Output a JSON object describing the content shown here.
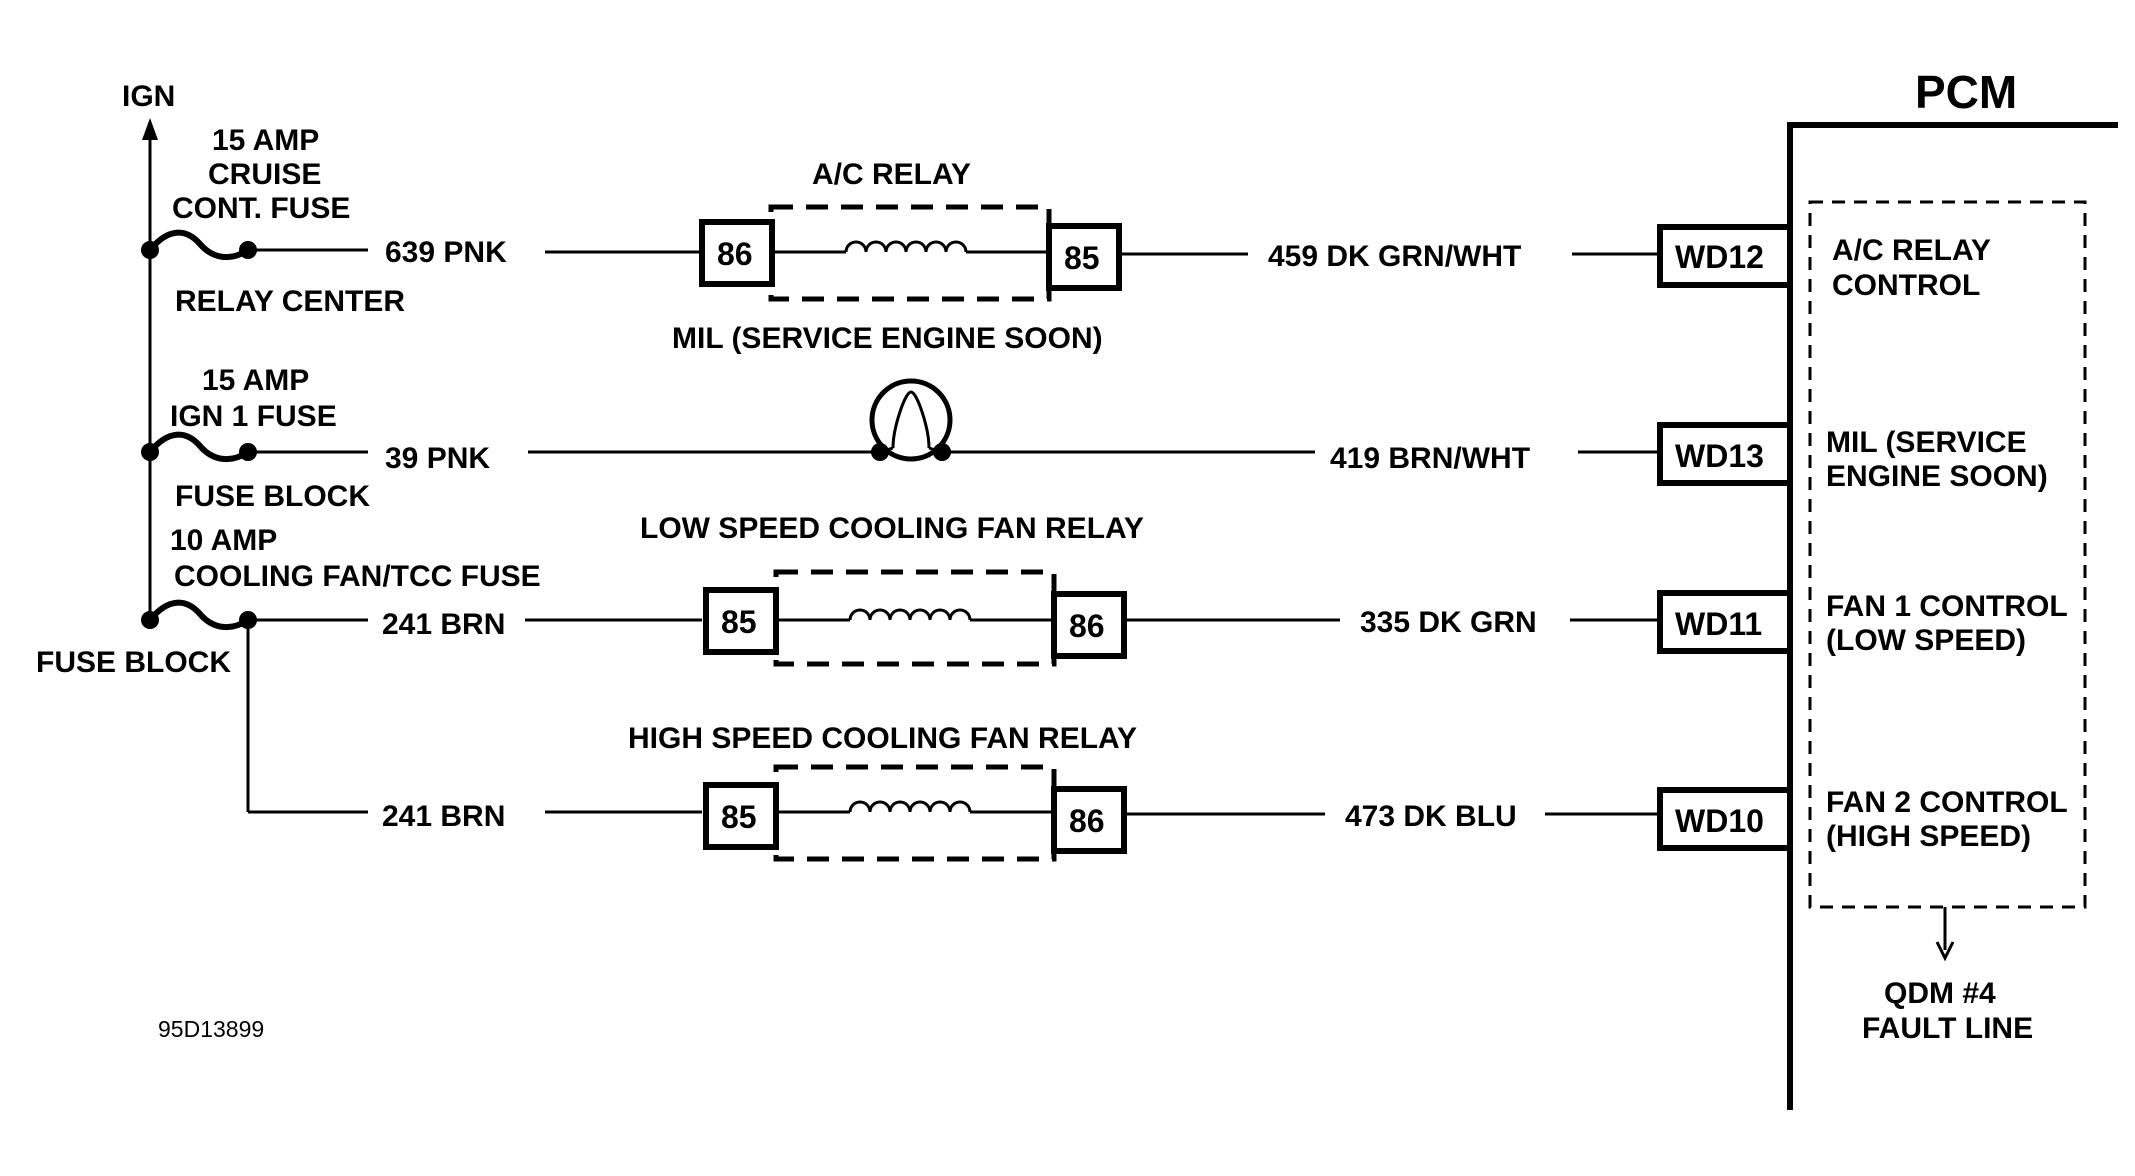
{
  "power": {
    "ign": "IGN",
    "fuse1": {
      "line1": "15 AMP",
      "line2": "CRUISE",
      "line3": "CONT. FUSE",
      "location": "RELAY CENTER"
    },
    "fuse2": {
      "line1": "15 AMP",
      "line2": "IGN 1 FUSE",
      "location": "FUSE BLOCK"
    },
    "fuse3": {
      "line1": "10 AMP",
      "line2": "COOLING FAN/TCC FUSE",
      "location": "FUSE BLOCK"
    }
  },
  "circuits": {
    "ac": {
      "title": "A/C RELAY",
      "in_wire": "639 PNK",
      "pin_in": "86",
      "pin_out": "85",
      "out_wire": "459 DK GRN/WHT",
      "pcm_pin": "WD12",
      "pcm_line1": "A/C RELAY",
      "pcm_line2": "CONTROL"
    },
    "mil": {
      "title": "MIL (SERVICE ENGINE SOON)",
      "in_wire": "39 PNK",
      "out_wire": "419 BRN/WHT",
      "pcm_pin": "WD13",
      "pcm_line1": "MIL (SERVICE",
      "pcm_line2": "ENGINE SOON)"
    },
    "low": {
      "title": "LOW SPEED COOLING FAN RELAY",
      "in_wire": "241 BRN",
      "pin_in": "85",
      "pin_out": "86",
      "out_wire": "335 DK GRN",
      "pcm_pin": "WD11",
      "pcm_line1": "FAN 1 CONTROL",
      "pcm_line2": "(LOW SPEED)"
    },
    "high": {
      "title": "HIGH SPEED COOLING FAN RELAY",
      "in_wire": "241 BRN",
      "pin_in": "85",
      "pin_out": "86",
      "out_wire": "473 DK BLU",
      "pcm_pin": "WD10",
      "pcm_line1": "FAN 2  CONTROL",
      "pcm_line2": "(HIGH SPEED)"
    }
  },
  "pcm": {
    "title": "PCM",
    "qdm_line1": "QDM #4",
    "qdm_line2": "FAULT LINE"
  },
  "figure_id": "95D13899"
}
